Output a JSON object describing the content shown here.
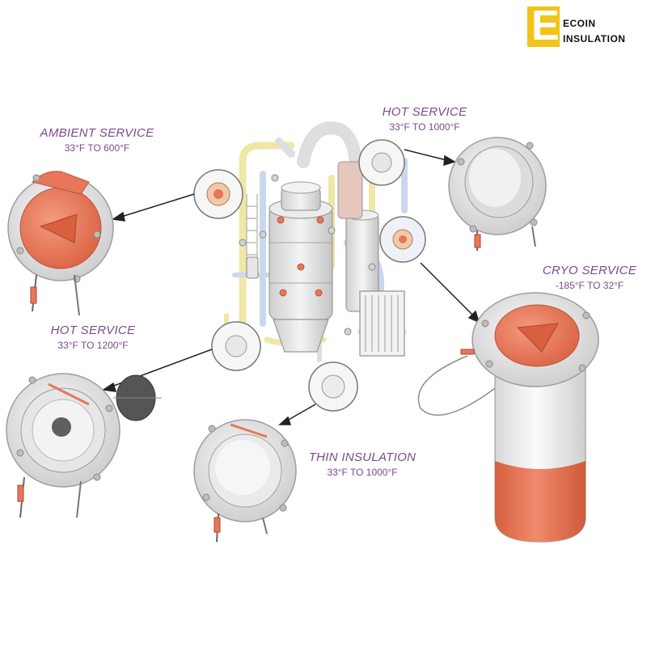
{
  "logo": {
    "letter": "E",
    "line1": "ECOIN",
    "line2": "INSULATION",
    "accent": "#f2c318"
  },
  "services": {
    "ambient": {
      "title": "AMBIENT SERVICE",
      "range": "33°F TO 600°F"
    },
    "hot_top": {
      "title": "HOT SERVICE",
      "range": "33°F TO 1000°F"
    },
    "cryo": {
      "title": "CRYO SERVICE",
      "range": "-185°F TO 32°F"
    },
    "hot_left": {
      "title": "HOT SERVICE",
      "range": "33°F TO 1200°F"
    },
    "thin": {
      "title": "THIN INSULATION",
      "range": "33°F TO 1000°F"
    }
  },
  "colors": {
    "label": "#7a4a8c",
    "orange": "#e8765a",
    "flange": "#e4e4e4",
    "pipe_yellow": "#efe7a6",
    "pipe_blue": "#c9d8ec"
  }
}
